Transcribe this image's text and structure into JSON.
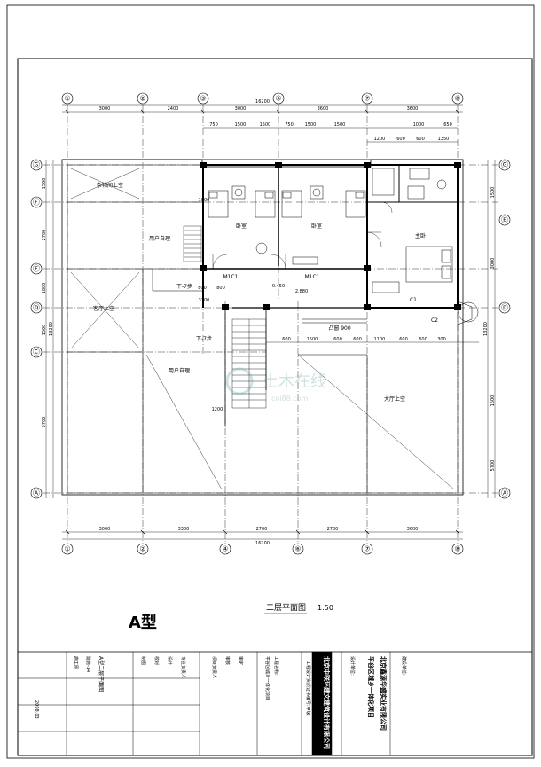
{
  "drawing": {
    "type_label": "A型",
    "plan_title": "二层平面图",
    "scale": "1:50",
    "watermark": "土木在线",
    "watermark_sub": "coi88.com"
  },
  "axes": {
    "top": [
      "①",
      "②",
      "③",
      "⑤",
      "⑦",
      "⑧"
    ],
    "bottom": [
      "①",
      "②",
      "④",
      "⑥",
      "⑦",
      "⑧"
    ],
    "left": [
      "Ⓖ",
      "Ⓕ",
      "Ⓔ",
      "Ⓓ",
      "Ⓒ",
      "Ⓐ"
    ],
    "right": [
      "Ⓖ",
      "Ⓔ",
      "Ⓓ",
      "Ⓐ"
    ]
  },
  "dimensions": {
    "top_overall": "16200",
    "top_segments": [
      "3000",
      "2400",
      "3000",
      "3600",
      "3600"
    ],
    "top_detail": [
      "750",
      "1500",
      "1500",
      "750",
      "1500",
      "1500",
      "1000",
      "650"
    ],
    "top_detail2": [
      "1200",
      "600",
      "600",
      "1350"
    ],
    "bottom_overall": "16200",
    "bottom_segments": [
      "3000",
      "3300",
      "2700",
      "2700",
      "3600"
    ],
    "mid_row": [
      "600",
      "1500",
      "600",
      "600",
      "1100",
      "600",
      "600",
      "300"
    ],
    "left_segments": [
      "1500",
      "2700",
      "1800",
      "1500",
      "5700"
    ],
    "left_overall": "13200",
    "right_segments": [
      "1500",
      "3000",
      "1500",
      "5700"
    ],
    "right_overall": "13200",
    "misc": [
      "1000",
      "800",
      "1200",
      "800",
      "2.880",
      "0.450",
      "3300",
      "1500",
      "600",
      "1500",
      "2400"
    ]
  },
  "rooms": {
    "bedroom1": "卧室",
    "bedroom2": "卧室",
    "master": "主卧",
    "void1": "杂物间上空",
    "void2": "客厅上空",
    "void3": "大厅上空",
    "shaft1": "用户自理",
    "shaft2": "用户自理",
    "bay_window": "凸窗 900",
    "stair_down1": "下-7步",
    "stair_down2": "下-7步",
    "door1": "M1C1",
    "door2": "M1C1",
    "window1": "C1",
    "window2": "C2"
  },
  "title_block": {
    "client_label": "建设单位:",
    "client": "北京鑫源华盛实业有限公司",
    "project_label": "工程名称:",
    "project": "平谷区城乡一体化项目",
    "designer_label": "设计单位:",
    "designer": "北京中联环建文建筑设计有限公司",
    "cert": "工程设计资质证书编号:甲级",
    "drawing_name": "A型二层平面图",
    "drawing_no": "建施-14",
    "phase": "施工图",
    "date": "2008.03",
    "roles": [
      "审定",
      "审核",
      "项目负责人",
      "专业负责人",
      "设计",
      "校对",
      "制图"
    ]
  }
}
